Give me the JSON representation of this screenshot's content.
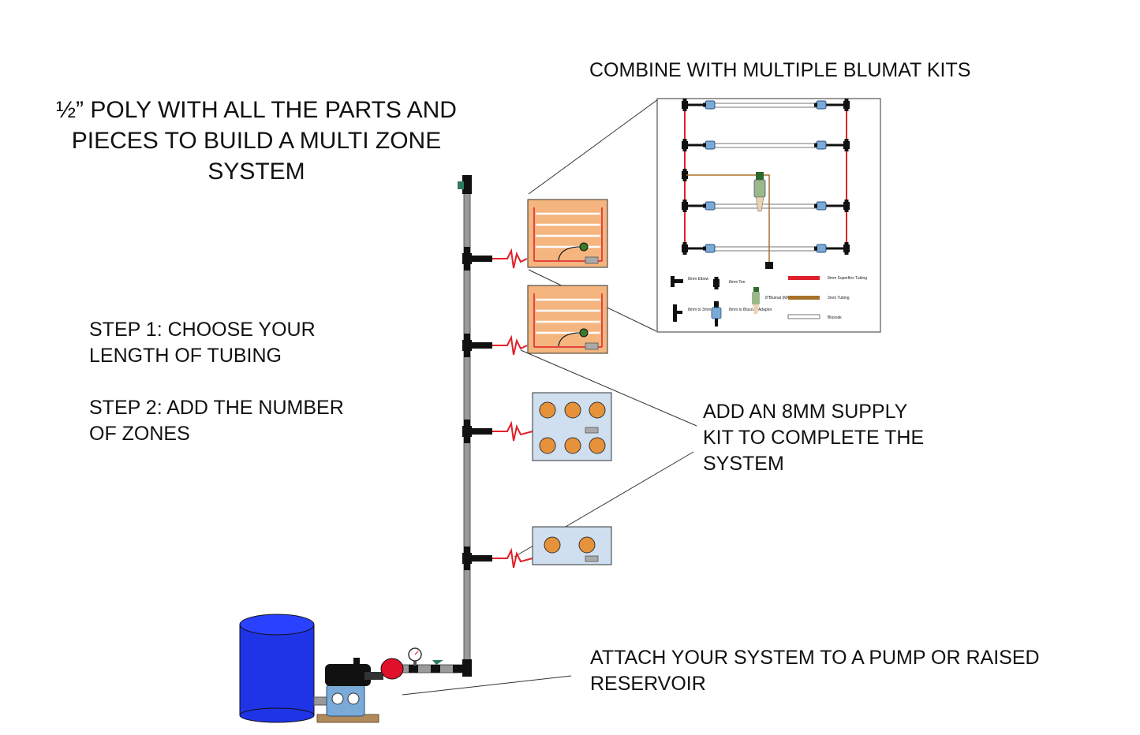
{
  "title": "½” POLY WITH ALL THE PARTS AND\nPIECES TO BUILD A MULTI ZONE\nSYSTEM",
  "steps": {
    "step1": "STEP 1: CHOOSE YOUR\nLENGTH OF TUBING",
    "step2": "STEP 2: ADD THE NUMBER\nOF ZONES"
  },
  "callouts": {
    "combine": "COMBINE WITH MULTIPLE BLUMAT KITS",
    "supply": "ADD AN 8MM SUPPLY\nKIT TO COMPLETE THE\nSYSTEM",
    "attach": "ATTACH YOUR SYSTEM TO A PUMP OR RAISED\nRESERVOIR"
  },
  "legend": {
    "elbow": "8mm Elbow",
    "tee": "8mm Tee",
    "tee_3mm": "8mm to 3mm Tee",
    "adaptor": "8mm to Blusoak Adaptor",
    "blumat": "8\"Blumat (MAXI)",
    "superflex": "8mm Superflex Tubing",
    "tubing_3mm": "3mm Tubing",
    "blusoak": "Blusoak"
  },
  "colors": {
    "poly_pipe": "#9a9a9a",
    "supply_tubing": "#e0202a",
    "tubing_3mm": "#a8722a",
    "tray_fill": "#f4b57f",
    "pot_fill": "#e6923a",
    "pot_tray_fill": "#cfdff0",
    "reservoir": "#1f34e6",
    "connector": "#7aaad8"
  }
}
